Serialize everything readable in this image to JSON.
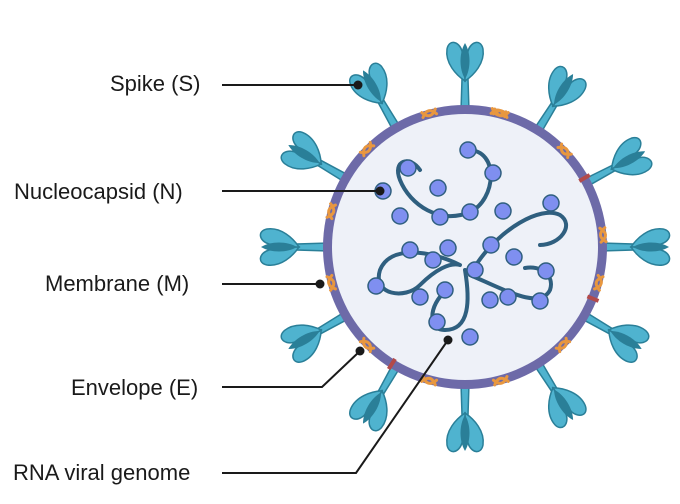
{
  "labels": {
    "spike": "Spike (S)",
    "nucleocapsid": "Nucleocapsid (N)",
    "membrane": "Membrane (M)",
    "envelope": "Envelope (E)",
    "rna": "RNA viral genome"
  },
  "colors": {
    "membrane_ring": "#6d6aa8",
    "interior": "#eef1f8",
    "spike_light": "#4fb3cf",
    "spike_dark": "#2a7f98",
    "m_protein": "#e8973f",
    "e_protein": "#b34a4a",
    "rna_strand": "#2f5f7f",
    "nucleocapsid_bead": "#7f8ff0",
    "leader_line": "#1a1a1a"
  }
}
